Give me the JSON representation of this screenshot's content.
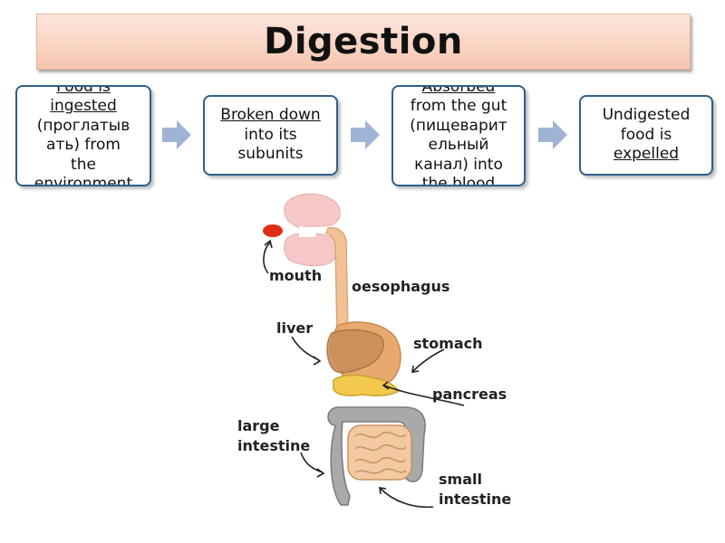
{
  "title": "Digestion",
  "steps": [
    {
      "lines": [
        "Food is",
        "ingested",
        "(проглатыв",
        "ать) from",
        "the",
        "environment"
      ]
    },
    {
      "lines": [
        "Broken down",
        "into its",
        "subunits"
      ]
    },
    {
      "lines": [
        "Absorbed",
        "from the gut",
        "(пищеварит",
        "ельный",
        "канал) into",
        "the blood"
      ]
    },
    {
      "lines": [
        "Undigested",
        "food is",
        "expelled"
      ]
    }
  ],
  "labels": {
    "mouth": "mouth",
    "oesophagus": "oesophagus",
    "liver": "liver",
    "stomach": "stomach",
    "pancreas": "pancreas",
    "large_intestine": [
      "large",
      "intestine"
    ],
    "small_intestine": [
      "small",
      "intestine"
    ]
  },
  "colors": {
    "box_border": "#2e5f8a",
    "arrow": "#9fb4d4",
    "banner": "#f6c6b0",
    "stomach": "#e8a96e",
    "liver": "#c98e5c",
    "pancreas": "#f2c94c",
    "large_intestine": "#a9a9a9",
    "small_intestine": "#f3c9a2",
    "oesophagus": "#f2c296",
    "mouth": "#f6c8c8",
    "tongue": "#e02d1a"
  }
}
